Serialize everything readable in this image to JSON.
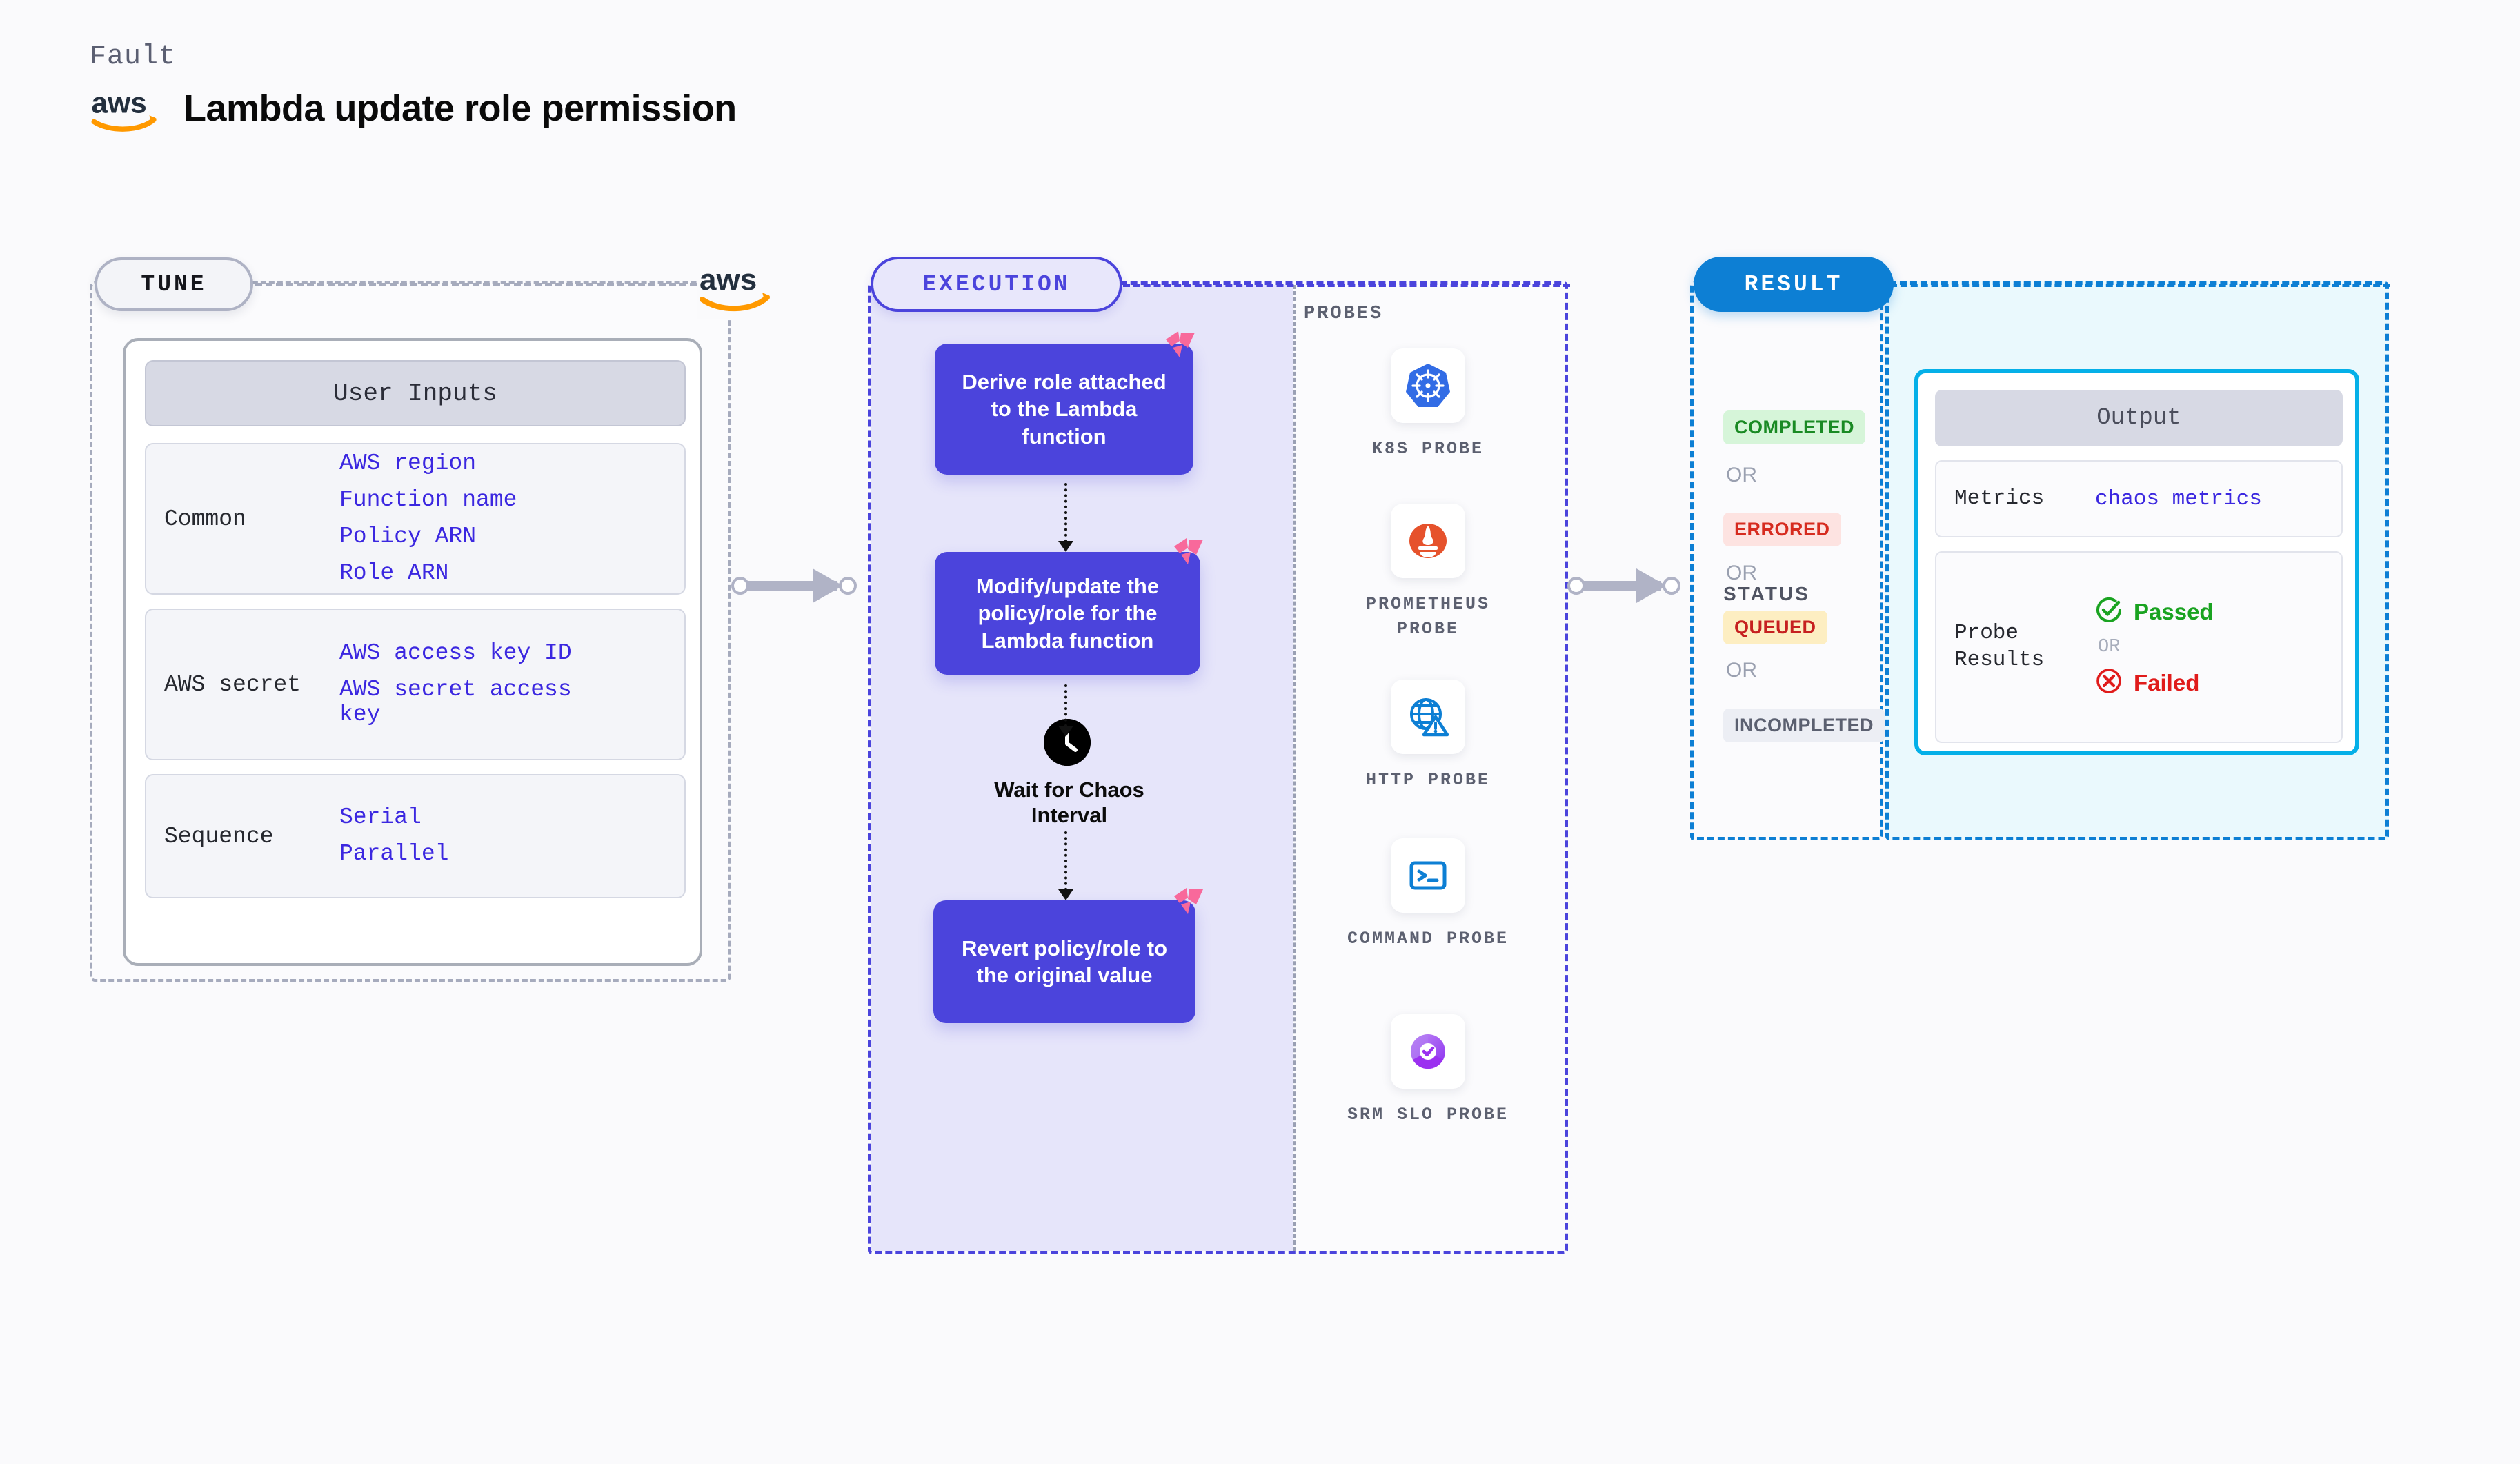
{
  "header": {
    "fault_label": "Fault",
    "title": "Lambda update role permission",
    "logo": "aws-logo"
  },
  "tune": {
    "pill_label": "TUNE",
    "card_header": "User Inputs",
    "groups": [
      {
        "label": "Common",
        "values": [
          "AWS region",
          "Function name",
          "Policy ARN",
          "Role ARN"
        ]
      },
      {
        "label": "AWS secret",
        "values": [
          "AWS access key ID",
          "AWS secret access key"
        ]
      },
      {
        "label": "Sequence",
        "values": [
          "Serial",
          "Parallel"
        ]
      }
    ]
  },
  "execution": {
    "pill_label": "EXECUTION",
    "steps": [
      {
        "text": "Derive role attached to the Lambda function"
      },
      {
        "text": "Modify/update the policy/role for the Lambda function"
      },
      {
        "text": "Revert policy/role to the original value"
      }
    ],
    "wait": {
      "label": "Wait for Chaos Interval",
      "icon": "clock-icon"
    },
    "probes_label": "PROBES",
    "probes": [
      {
        "name": "K8S PROBE",
        "icon": "kubernetes-icon"
      },
      {
        "name": "PROMETHEUS PROBE",
        "icon": "prometheus-icon"
      },
      {
        "name": "HTTP PROBE",
        "icon": "globe-warning-icon"
      },
      {
        "name": "COMMAND PROBE",
        "icon": "terminal-icon"
      },
      {
        "name": "SRM SLO PROBE",
        "icon": "srm-slo-icon"
      }
    ]
  },
  "result": {
    "pill_label": "RESULT",
    "status_label": "STATUS",
    "or_label": "OR",
    "statuses": [
      {
        "label": "COMPLETED",
        "bg": "#d6f5d9",
        "fg": "#1a8a24"
      },
      {
        "label": "ERRORED",
        "bg": "#fde3e1",
        "fg": "#d62b1f"
      },
      {
        "label": "QUEUED",
        "bg": "#fdeec2",
        "fg": "#c62020"
      },
      {
        "label": "INCOMPLETED",
        "bg": "#eceef4",
        "fg": "#5b6070"
      }
    ],
    "output": {
      "header": "Output",
      "metrics_label": "Metrics",
      "metrics_value": "chaos metrics",
      "probe_results_label": "Probe Results",
      "passed": "Passed",
      "failed": "Failed",
      "or_label": "OR"
    }
  },
  "colors": {
    "accent_purple": "#4b44dc",
    "accent_blue": "#0d7fd4",
    "accent_cyan": "#05b0e8",
    "fault_pink": "#f8699b",
    "aws_orange": "#ff9900",
    "link_blue": "#3b27e0"
  }
}
